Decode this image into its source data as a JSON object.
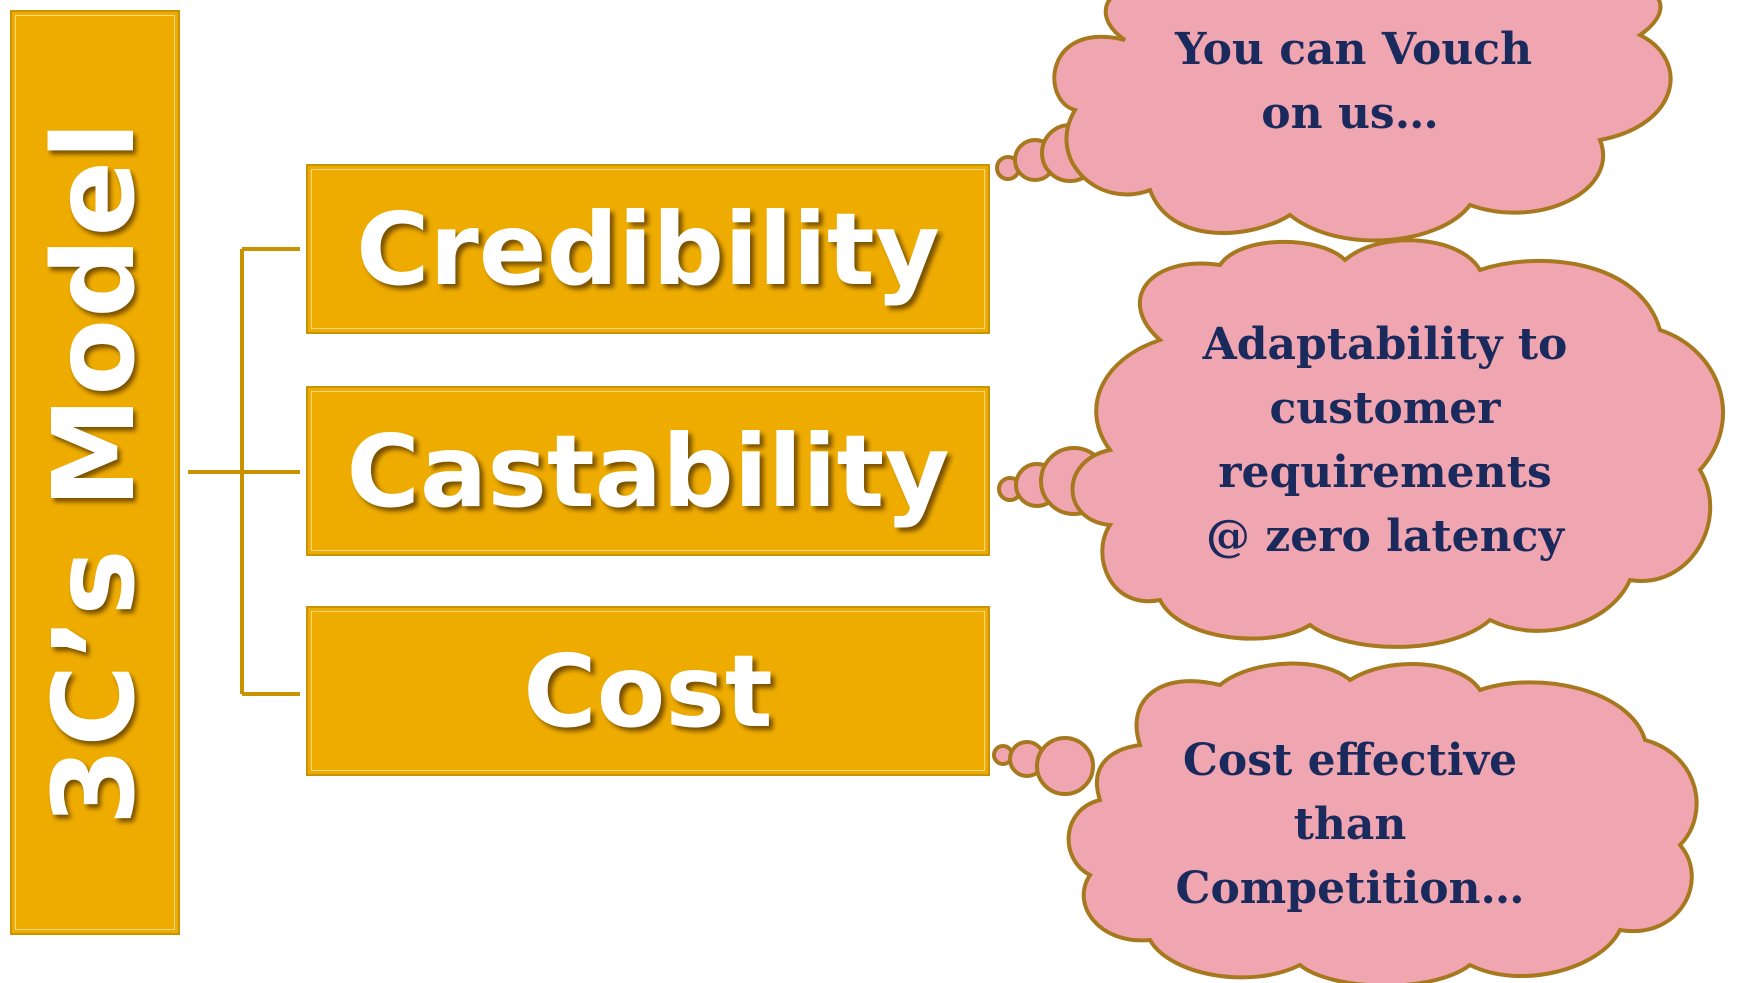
{
  "title": "3C’s Model",
  "items": [
    {
      "label": "Credibility",
      "note": [
        "You can Vouch",
        "on us…"
      ]
    },
    {
      "label": "Castability",
      "note": [
        "Adaptability to",
        "customer",
        "requirements",
        "@ zero latency"
      ]
    },
    {
      "label": "Cost",
      "note": [
        "Cost effective",
        "than",
        "Competition…"
      ]
    }
  ],
  "colors": {
    "box": "#efac00",
    "border": "#c89200",
    "cloud_fill": "#f0a6b0",
    "cloud_stroke": "#a8781e",
    "cloud_text": "#1b2a5c"
  }
}
